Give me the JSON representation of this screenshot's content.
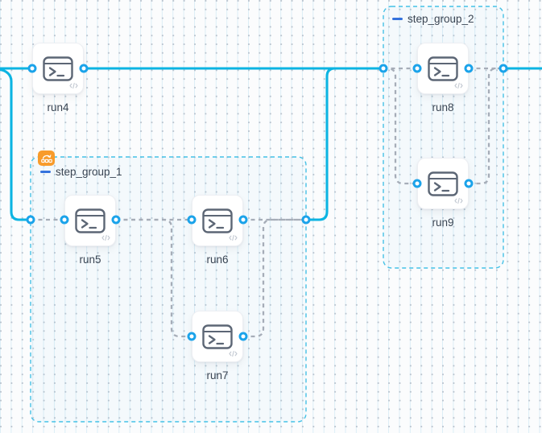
{
  "nodes": [
    {
      "label": "run4",
      "icon": "terminal-icon",
      "corner_icon": "code-icon"
    },
    {
      "label": "run5",
      "icon": "terminal-icon",
      "corner_icon": "code-icon"
    },
    {
      "label": "run6",
      "icon": "terminal-icon",
      "corner_icon": "code-icon"
    },
    {
      "label": "run7",
      "icon": "terminal-icon",
      "corner_icon": "code-icon"
    },
    {
      "label": "run8",
      "icon": "terminal-icon",
      "corner_icon": "code-icon"
    },
    {
      "label": "run9",
      "icon": "terminal-icon",
      "corner_icon": "code-icon"
    }
  ],
  "groups": [
    {
      "label": "step_group_1",
      "collapse_icon": "minus-icon",
      "badge_icon": "loop-matrix-icon"
    },
    {
      "label": "step_group_2",
      "collapse_icon": "minus-icon"
    }
  ],
  "colors": {
    "edge_solid": "#0cb4e2",
    "edge_dashed": "#a6adb8",
    "port_ring": "#1ba3ea",
    "group_border": "#45c1e6",
    "label_text": "#3a4553",
    "node_icon_stroke": "#5c6675",
    "badge_background": "#f89b2b",
    "collapse_icon_blue": "#3472dd",
    "code_icon_gray": "#c3c9d2"
  }
}
